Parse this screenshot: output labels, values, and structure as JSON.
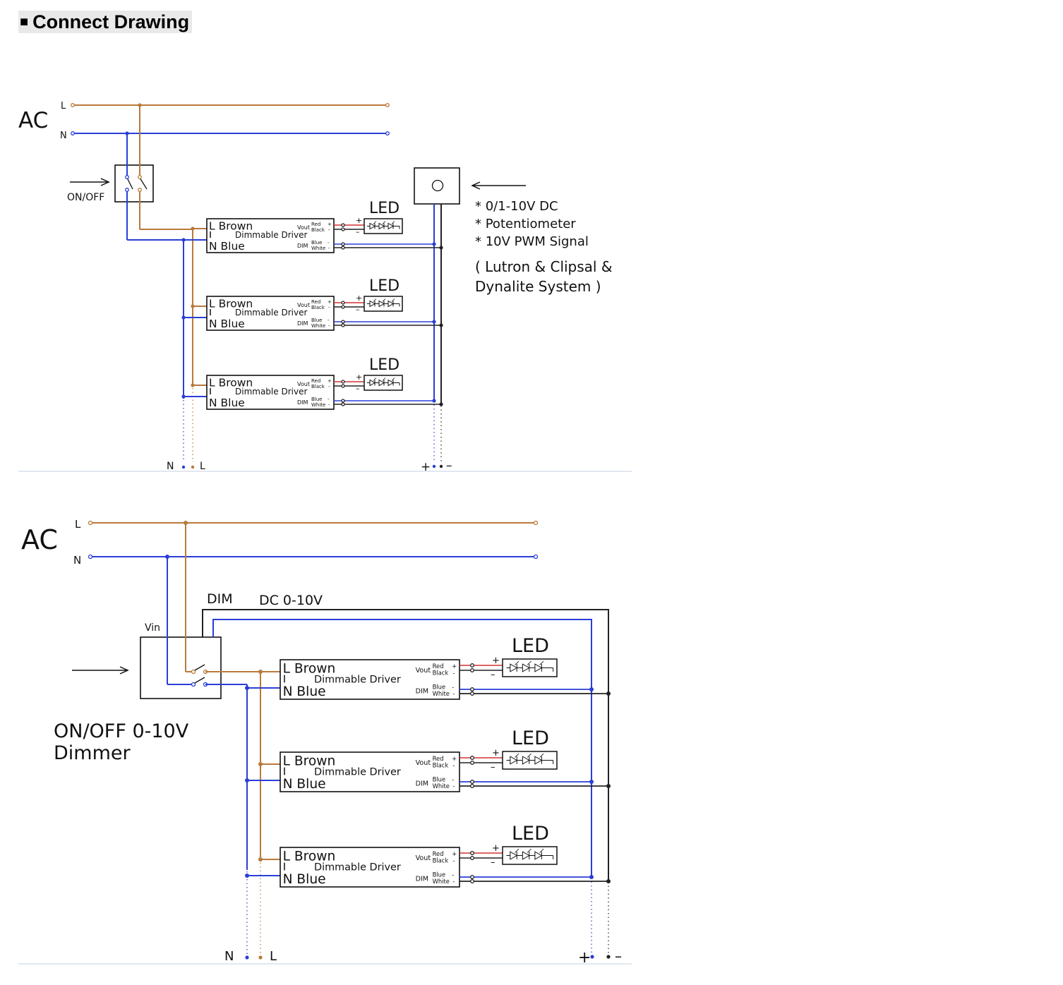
{
  "heading": {
    "marker": "■",
    "title": "Connect Drawing"
  },
  "colors": {
    "live": "#b87a3b",
    "neutral": "#2a3ed6",
    "dc": "#222222",
    "red_wire": "#d43030",
    "border": "#d0dae6"
  },
  "common": {
    "ac": "AC",
    "L": "L",
    "N": "N",
    "led": "LED",
    "driver": {
      "brown": "L Brown",
      "blue": "N Blue",
      "name": "Dimmable Driver",
      "vout": "Vout",
      "dim": "DIM",
      "red": "Red",
      "black": "Black",
      "blue_wire": "Blue",
      "white_wire": "White",
      "plus": "+",
      "minus": "-"
    },
    "plus": "+",
    "minus": "–"
  },
  "diagram1": {
    "switch_label": "ON/OFF",
    "notes": [
      "* 0/1-10V DC",
      "* Potentiometer",
      "* 10V PWM Signal"
    ],
    "systems": [
      "( Lutron &  Clipsal &",
      "Dynalite  System )"
    ]
  },
  "diagram2": {
    "dim_label": "DIM",
    "dc_label": "DC 0-10V",
    "vin_label": "Vin",
    "dimmer_line1": "ON/OFF 0-10V",
    "dimmer_line2": "Dimmer"
  }
}
